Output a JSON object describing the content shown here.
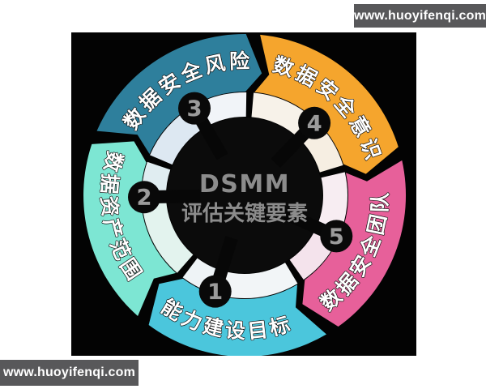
{
  "watermarks": {
    "top": "www.huoyifenqi.com",
    "bottom": "www.huoyifenqi.com",
    "bar_color": "#58585a",
    "text_color": "#ffffff"
  },
  "diagram": {
    "panel_bg": "#030303",
    "center_title": {
      "line1": "DSMM",
      "line2": "评估关键要素",
      "color": "#8c8c8c"
    },
    "number_color": "#9b9b9b",
    "segments": [
      {
        "num": "1",
        "label": "能力建设目标",
        "color": "#4bc6dc",
        "start": 147,
        "end": 219,
        "number_angle": 197,
        "dir": "ccw",
        "tint_ccw": "#f2f5f7",
        "tint_cw": "#eef3f6"
      },
      {
        "num": "2",
        "label": "数据资产范围",
        "color": "#7de6d3",
        "start": 219,
        "end": 291,
        "number_angle": 269,
        "dir": "ccw",
        "tint_ccw": "#e3f3ee",
        "tint_cw": "#e0edf1"
      },
      {
        "num": "3",
        "label": "数据安全风险",
        "color": "#2e7f9c",
        "start": 291,
        "end": 363,
        "number_angle": 330,
        "dir": "cw",
        "tint_ccw": "#dde8f2",
        "tint_cw": "#f1f4f8"
      },
      {
        "num": "4",
        "label": "数据安全意识",
        "color": "#f5a52d",
        "start": 3,
        "end": 75,
        "number_angle": 44,
        "dir": "cw",
        "tint_ccw": "#f7f2e9",
        "tint_cw": "#f6eee2"
      },
      {
        "num": "5",
        "label": "数据安全团队",
        "color": "#e7609a",
        "start": 75,
        "end": 147,
        "number_angle": 114,
        "dir": "ccw",
        "tint_ccw": "#f7edf2",
        "tint_cw": "#f4e3ec"
      }
    ]
  }
}
